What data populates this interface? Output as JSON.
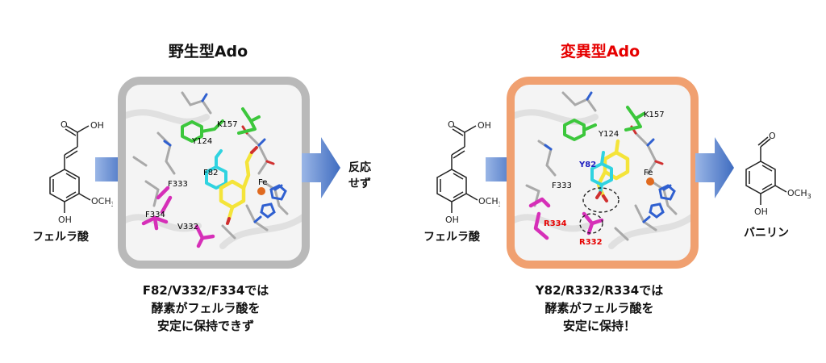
{
  "colors": {
    "wildtype_frame": "#b9b9b9",
    "mutant_frame": "#f0a070",
    "mutant_title": "#e60000",
    "arrow": "#4a78c8",
    "ligand": "#f4e43a",
    "residue_cyan": "#2fd3e0",
    "residue_green": "#3cc73c",
    "residue_magenta": "#d62fb8",
    "iron": "#e06a1f"
  },
  "left": {
    "title": "野生型Ado",
    "substrate_label": "フェルラ酸",
    "caption_lines": [
      "F82/V332/F334では",
      "酵素がフェルラ酸を",
      "安定に保持できず"
    ],
    "arrow_label_lines": [
      "反応",
      "せず"
    ],
    "residues": {
      "k157": "K157",
      "y124": "Y124",
      "f82": "F82",
      "f333": "F333",
      "fe": "Fe",
      "f334": "F334",
      "v332": "V332"
    },
    "structure_labels": {
      "oh": "OH",
      "o": "O",
      "och3": "OCH",
      "och3_sub": "3"
    }
  },
  "right": {
    "title": "変異型Ado",
    "substrate_label": "フェルラ酸",
    "product_label": "バニリン",
    "caption_lines": [
      "Y82/R332/R334では",
      "酵素がフェルラ酸を",
      "安定に保持！"
    ],
    "residues": {
      "k157": "K157",
      "y124": "Y124",
      "y82": "Y82",
      "f333": "F333",
      "fe": "Fe",
      "r334": "R334",
      "r332": "R332"
    },
    "structure_labels": {
      "oh": "OH",
      "o": "O",
      "och3": "OCH",
      "och3_sub": "3"
    }
  }
}
